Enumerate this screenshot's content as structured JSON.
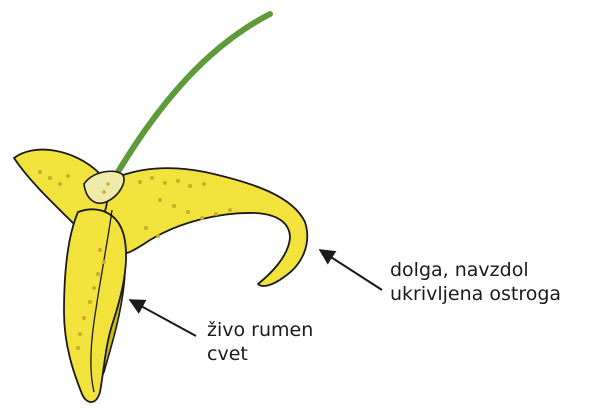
{
  "labels": {
    "flower_line1": "živo rumen",
    "flower_line2": "cvet",
    "spur_line1": "dolga, navzdol",
    "spur_line2": "ukrivljena ostroga"
  },
  "colors": {
    "petal": "#f2e33c",
    "petal_shadow": "#cbbd1a",
    "sepal": "#eeeaa8",
    "stem": "#5f9a3a",
    "dots": "#c9ad2a",
    "outline": "#1a1a1a",
    "text": "#1a1a1a"
  }
}
